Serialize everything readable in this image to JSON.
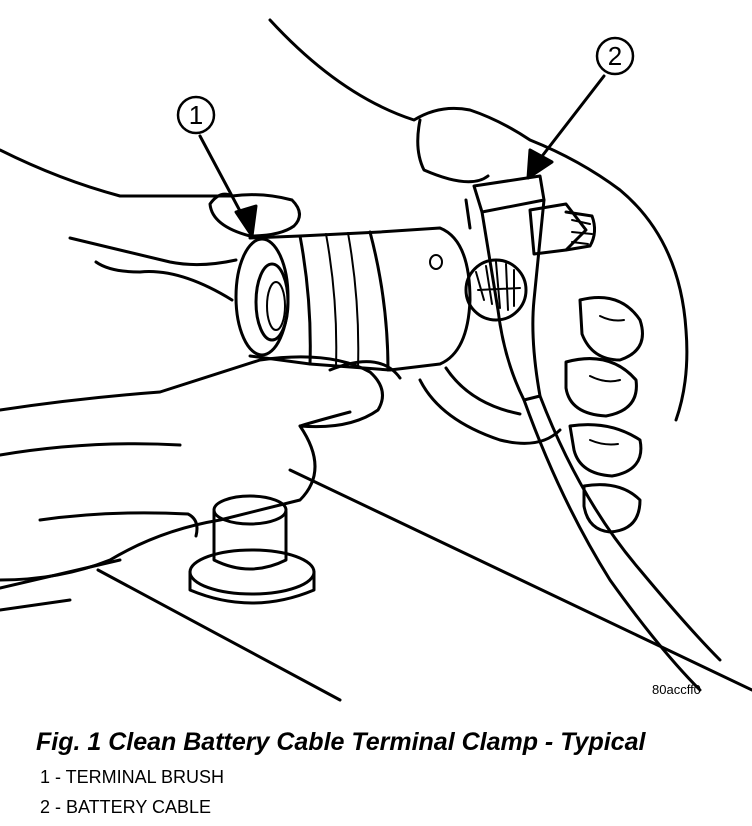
{
  "figure": {
    "callouts": [
      {
        "number": "1",
        "target": "terminal-brush"
      },
      {
        "number": "2",
        "target": "battery-cable"
      }
    ],
    "image_code": "80accff0",
    "caption": "Fig. 1 Clean Battery Cable Terminal Clamp - Typical",
    "legend": [
      "1 - TERMINAL BRUSH",
      "2 - BATTERY CABLE"
    ]
  }
}
